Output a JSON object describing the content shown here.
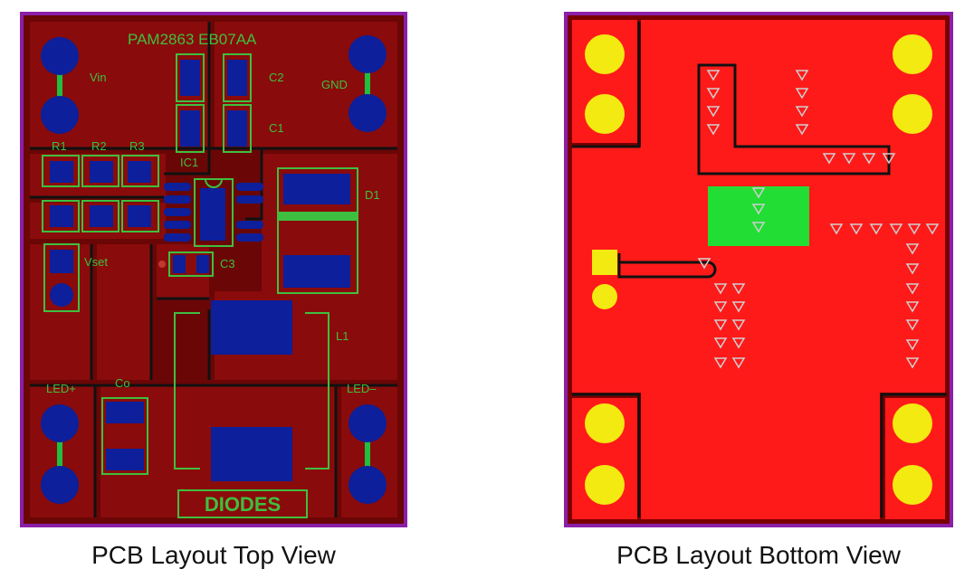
{
  "top_view": {
    "caption": "PCB Layout Top View",
    "board_text": "PAM2863  EB07AA",
    "labels": {
      "vin": "Vin",
      "gnd": "GND",
      "c2": "C2",
      "c1": "C1",
      "r1": "R1",
      "r2": "R2",
      "r3": "R3",
      "ic1": "IC1",
      "d1": "D1",
      "vset": "Vset",
      "c3": "C3",
      "l1": "L1",
      "led_plus": "LED+",
      "led_minus": "LED–",
      "co": "Co"
    },
    "logo_text": "DIODES"
  },
  "bottom_view": {
    "caption": "PCB Layout Bottom View"
  },
  "colors": {
    "board_outline": "#8b1fa8",
    "top_copper": "#8a0b0b",
    "top_background": "#6a0606",
    "bottom_copper": "#ff1a1a",
    "bottom_background": "#7a0000",
    "pad_blue": "#0d1f9a",
    "pad_yellow": "#f2ea11",
    "silkscreen": "#3fbf3f",
    "bottom_thermal_pad": "#22dd33",
    "trace_gap": "#111111"
  }
}
